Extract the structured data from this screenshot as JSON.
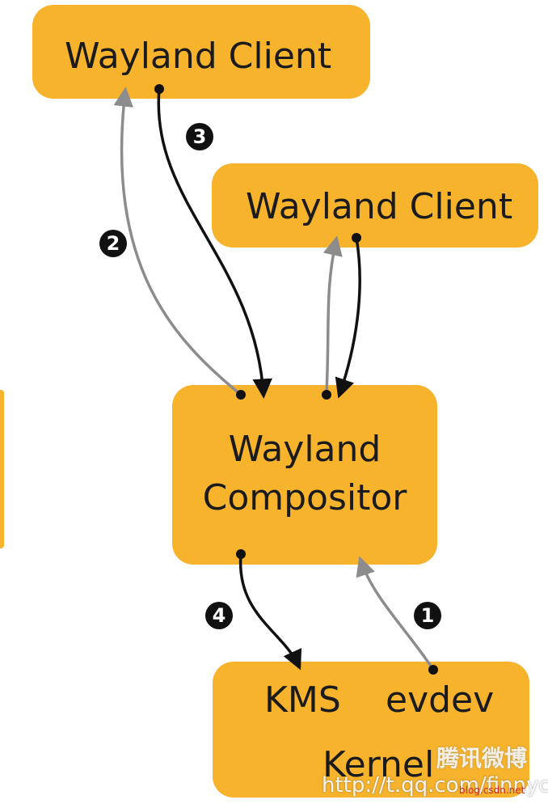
{
  "diagram": {
    "client_top": {
      "label": "Wayland Client"
    },
    "client_right": {
      "label": "Wayland Client"
    },
    "compositor": {
      "line1": "Wayland",
      "line2": "Compositor"
    },
    "kernel": {
      "kms": "KMS",
      "evdev": "evdev",
      "label": "Kernel"
    },
    "steps": {
      "one": "1",
      "two": "2",
      "three": "3",
      "four": "4"
    },
    "colors": {
      "box_fill": "#f6b32b",
      "arrow_dark": "#111111",
      "arrow_gray": "#8c8c8c"
    }
  },
  "watermark": {
    "weibo": "腾讯微博",
    "url": "http://t.qq.com/finnycc",
    "blog": "blog.csdn.net"
  }
}
